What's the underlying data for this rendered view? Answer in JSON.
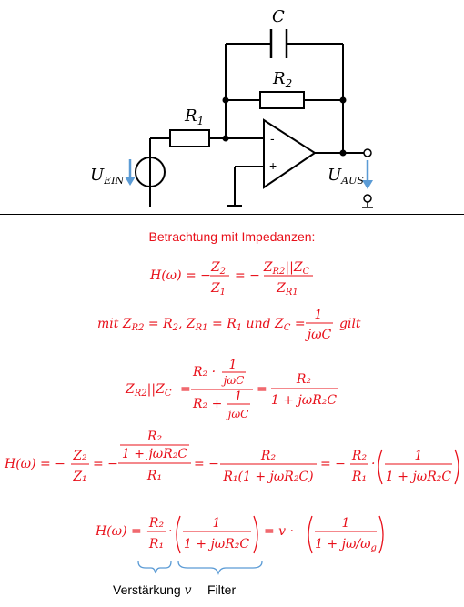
{
  "circuit": {
    "labels": {
      "capacitor": "C",
      "r2_main": "R",
      "r2_sub": "2",
      "r1_main": "R",
      "r1_sub": "1",
      "minus": "-",
      "plus": "+",
      "u_in_main": "U",
      "u_in_sub": "EIN",
      "u_out_main": "U",
      "u_out_sub": "AUS"
    },
    "colors": {
      "arrow": "#5b9bd5",
      "wire": "#000000"
    }
  },
  "heading": "Betrachtung mit Impedanzen:",
  "equations": {
    "eq1": {
      "lhs": "H(ω) = −",
      "f1_num": "Z",
      "f1_num_sub": "2",
      "f1_den": "Z",
      "f1_den_sub": "1",
      "mid": "= −",
      "f2_num": "Z",
      "f2_num_sub1": "R2",
      "f2_num_mid": "||Z",
      "f2_num_sub2": "C",
      "f2_den": "Z",
      "f2_den_sub": "R1"
    },
    "eq2": {
      "text_a": "mit Z",
      "sub_a": "R2",
      "text_b": " = R",
      "sub_b": "2",
      "text_c": ", Z",
      "sub_c": "R1",
      "text_d": " = R",
      "sub_d": "1",
      "text_e": " und Z",
      "sub_e": "C",
      "text_f": " = ",
      "frac_num": "1",
      "frac_den": "jωC",
      "tail": "gilt"
    },
    "eq3": {
      "lhs": "Z",
      "lhs_sub1": "R2",
      "lhs_mid": "||Z",
      "lhs_sub2": "C",
      "eq": "=",
      "num": "R₂ ·",
      "num_frac_num": "1",
      "num_frac_den": "jωC",
      "den": "R₂ +",
      "den_frac_num": "1",
      "den_frac_den": "jωC",
      "eq2": "=",
      "r_num": "R₂",
      "r_den": "1 + jωR₂C"
    },
    "eq4": {
      "lhs": "H(ω) = −",
      "f1_num": "Z₂",
      "f1_den": "Z₁",
      "m1": "= −",
      "f2_num_top": "R₂",
      "f2_num_bot": "1 + jωR₂C",
      "f2_den": "R₁",
      "m2": "= −",
      "f3_num": "R₂",
      "f3_den": "R₁(1 + jωR₂C)",
      "m3": "= −",
      "f4_num": "R₂",
      "f4_den": "R₁",
      "dot": "·",
      "f5_num": "1",
      "f5_den": "1 + jωR₂C"
    },
    "eq5": {
      "lhs": "H(ω) = −",
      "f1_num": "R₂",
      "f1_den": "R₁",
      "dot": "·",
      "f2_num": "1",
      "f2_den": "1 + jωR₂C",
      "mid": "= v ·",
      "f3_num": "1",
      "f3_den": "1 + jω/ω",
      "f3_den_sub": "g"
    }
  },
  "captions": {
    "verst": "Verstärkung",
    "verst_var": "v",
    "filter": "Filter"
  },
  "colors": {
    "equation": "#e8101a",
    "brace": "#5b9bd5"
  }
}
